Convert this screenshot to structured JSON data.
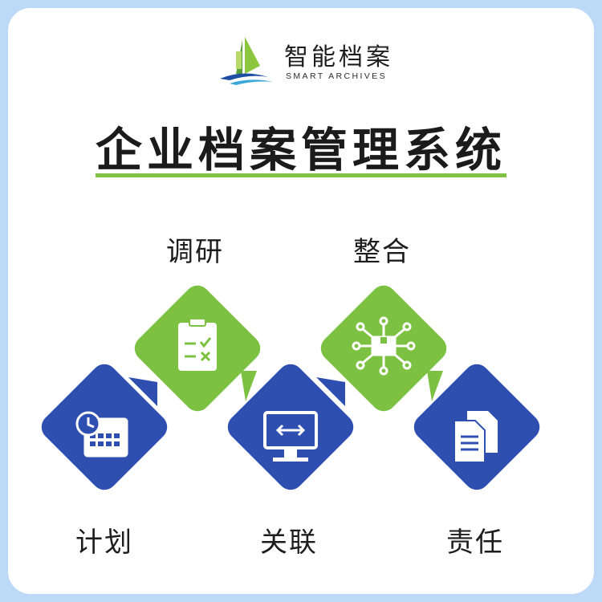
{
  "logo": {
    "name_cn": "智能档案",
    "name_en": "SMART ARCHIVES"
  },
  "title": "企业档案管理系统",
  "steps": [
    {
      "label": "计划",
      "color": "#2f4fb0",
      "icon": "calendar-clock-icon"
    },
    {
      "label": "调研",
      "color": "#7dc143",
      "icon": "clipboard-checklist-icon"
    },
    {
      "label": "关联",
      "color": "#2f4fb0",
      "icon": "monitor-code-icon"
    },
    {
      "label": "整合",
      "color": "#7dc143",
      "icon": "network-hub-icon"
    },
    {
      "label": "责任",
      "color": "#2f4fb0",
      "icon": "documents-icon"
    }
  ],
  "colors": {
    "background": "#bcd9f7",
    "blue": "#2f4fb0",
    "green": "#7dc143",
    "accent_line": "#7fc142"
  }
}
